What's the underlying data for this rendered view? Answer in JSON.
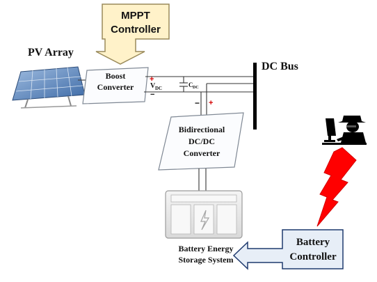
{
  "mppt": {
    "line1": "MPPT",
    "line2": "Controller"
  },
  "pv_array": {
    "label": "PV Array"
  },
  "boost": {
    "line1": "Boost",
    "line2": "Converter"
  },
  "vdc": {
    "main": "V",
    "sub": "DC"
  },
  "cdc": {
    "main": "C",
    "sub": "DC"
  },
  "dc_bus": {
    "label": "DC Bus"
  },
  "bidirectional": {
    "line1": "Bidirectional",
    "line2": "DC/DC",
    "line3": "Converter"
  },
  "bess": {
    "line1": "Battery Energy",
    "line2": "Storage System"
  },
  "battery_controller": {
    "line1": "Battery",
    "line2": "Controller"
  },
  "polarity": {
    "plus": "+",
    "minus": "−"
  },
  "colors": {
    "mppt_fill": "#fff2c9",
    "mppt_stroke": "#9a8a5a",
    "box_fill": "#fbfcfe",
    "box_stroke": "#7f8894",
    "bc_fill": "#e7eef7",
    "bc_stroke": "#1f3a6e",
    "bolt_red": "#ff0000",
    "bus_black": "#000000",
    "plus_red": "#d40000",
    "panel_blue": "#5f86b7"
  }
}
